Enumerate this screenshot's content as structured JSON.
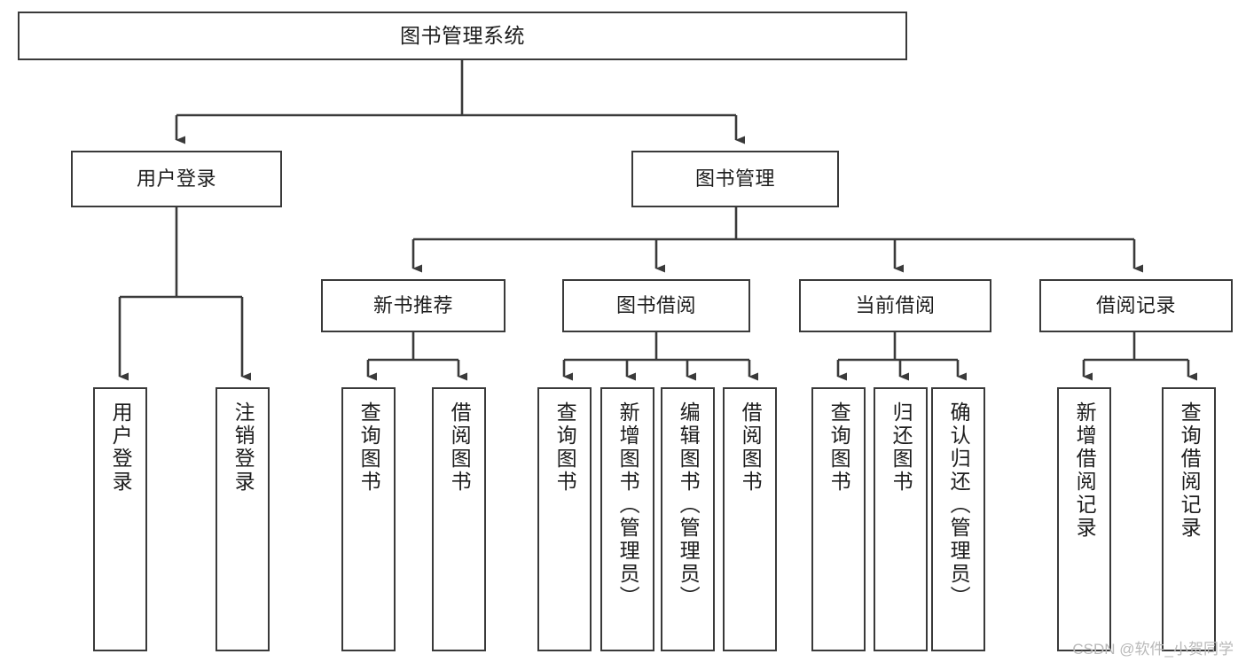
{
  "diagram": {
    "type": "tree-hierarchy",
    "title": "图书管理系统",
    "orientation": "top-down",
    "colors": {
      "box_border": "#3a3a3a",
      "box_fill": "#ffffff",
      "connector": "#3a3a3a",
      "text": "#1d1d1d",
      "watermark": "#b9b9b9"
    }
  },
  "root": {
    "label": "图书管理系统"
  },
  "level2": [
    {
      "label": "用户登录"
    },
    {
      "label": "图书管理"
    }
  ],
  "level3": [
    {
      "label": "新书推荐"
    },
    {
      "label": "图书借阅"
    },
    {
      "label": "当前借阅"
    },
    {
      "label": "借阅记录"
    }
  ],
  "leaves": {
    "user_login": [
      {
        "label": "用户登录"
      },
      {
        "label": "注销登录"
      }
    ],
    "new_book_recommend": [
      {
        "label": "查询图书"
      },
      {
        "label": "借阅图书"
      }
    ],
    "book_borrow": [
      {
        "label": "查询图书"
      },
      {
        "label": "新增图书（管理员）"
      },
      {
        "label": "编辑图书（管理员）"
      },
      {
        "label": "借阅图书"
      }
    ],
    "current_borrow": [
      {
        "label": "查询图书"
      },
      {
        "label": "归还图书"
      },
      {
        "label": "确认归还（管理员）"
      }
    ],
    "borrow_record": [
      {
        "label": "新增借阅记录"
      },
      {
        "label": "查询借阅记录"
      }
    ]
  },
  "watermark": {
    "text": "CSDN @软件_小贺同学"
  }
}
